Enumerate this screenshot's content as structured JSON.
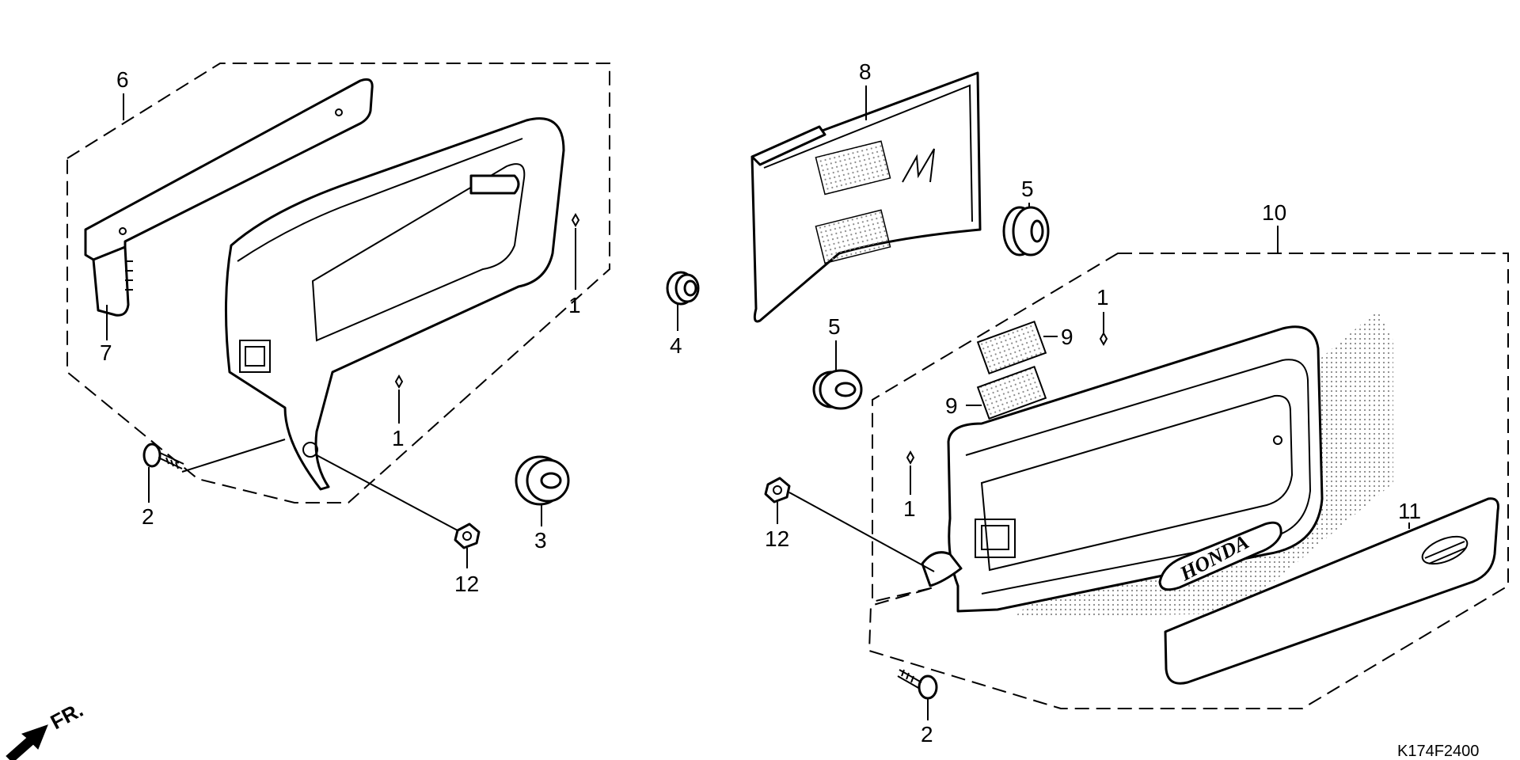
{
  "callouts": {
    "c1a": "1",
    "c1b": "1",
    "c1c": "1",
    "c1d": "1",
    "c2a": "2",
    "c2b": "2",
    "c3": "3",
    "c4": "4",
    "c5a": "5",
    "c5b": "5",
    "c6": "6",
    "c7": "7",
    "c8": "8",
    "c9a": "9",
    "c9b": "9",
    "c10": "10",
    "c11": "11",
    "c12a": "12",
    "c12b": "12"
  },
  "direction_label": "FR.",
  "emblem_text": "HONDA",
  "diagram_code": "K174F2400"
}
